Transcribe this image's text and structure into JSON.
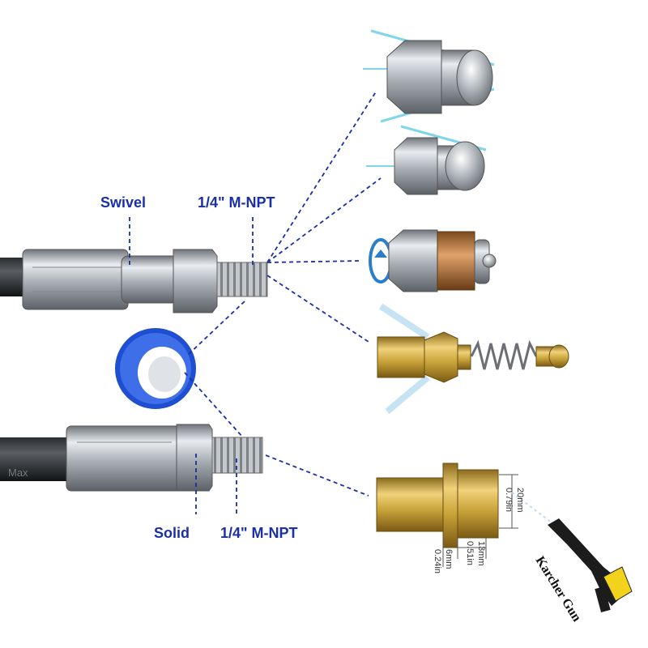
{
  "labels": {
    "swivel": "Swivel",
    "npt_top": "1/4\" M-NPT",
    "solid": "Solid",
    "npt_bottom": "1/4\" M-NPT",
    "hose_text": "Max",
    "gun": "Karcher Gun"
  },
  "dimensions": {
    "height_mm": "20mm",
    "height_in": "0.79in",
    "hex_mm": "13mm",
    "hex_in": "0.51in",
    "thread_mm": "6mm",
    "thread_in": "0.24in"
  },
  "colors": {
    "label_blue": "#1a2fa8",
    "leader_line": "#1a2fa8",
    "spray": "#7fd6ea",
    "brass": "#c9a33a",
    "steel": "#b9bdc2"
  }
}
